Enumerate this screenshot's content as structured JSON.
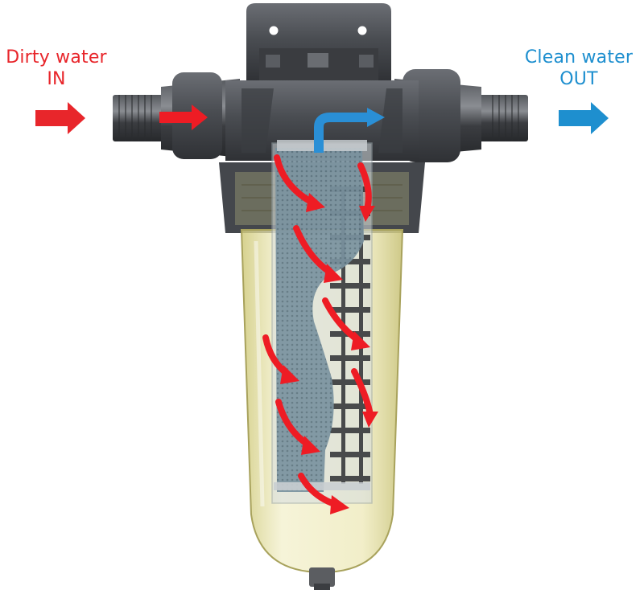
{
  "inlet": {
    "line1": "Dirty water",
    "line2": "IN",
    "color": "#e8262b"
  },
  "outlet": {
    "line1": "Clean water",
    "line2": "OUT",
    "color": "#1e8fcf"
  },
  "colors": {
    "flow_arrow": "#ee1c24",
    "housing": "#4a4d52",
    "housing_dark": "#2f3135",
    "bowl": "#e6e2a2",
    "mesh": "#6f8896",
    "background": "#ffffff"
  },
  "icons": {
    "inlet_arrow": "arrow-right-icon",
    "outlet_arrow": "arrow-right-icon",
    "flow": "curved-arrow-icon"
  }
}
